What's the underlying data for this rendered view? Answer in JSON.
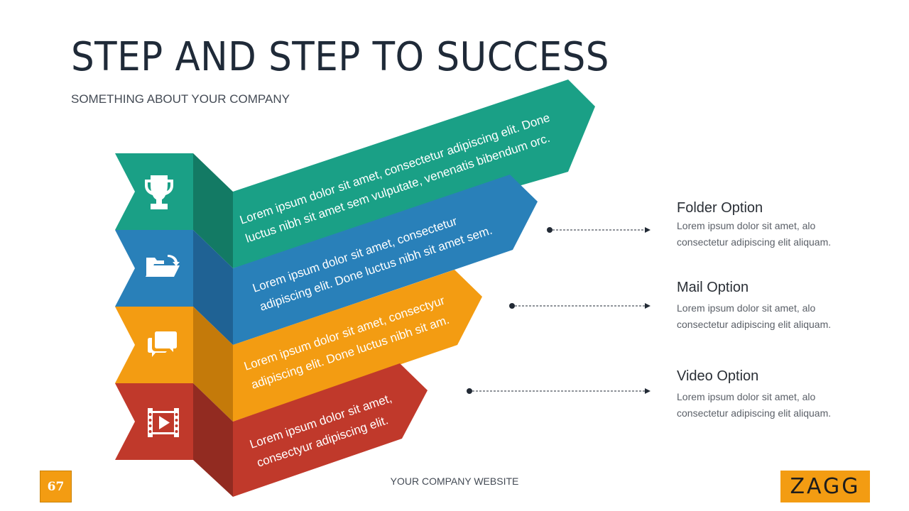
{
  "slide": {
    "title": "STEP AND STEP TO SUCCESS",
    "subtitle": "SOMETHING ABOUT YOUR COMPANY",
    "footer_website": "YOUR COMPANY WEBSITE",
    "page_number": "67",
    "logo_text": "ZAGG"
  },
  "colors": {
    "green": "#1aa086",
    "green_dark": "#137a64",
    "blue": "#2980b9",
    "blue_dark": "#1f6294",
    "orange": "#f39c12",
    "orange_dark": "#c47a0a",
    "red": "#c0392b",
    "red_dark": "#922b21",
    "title": "#1f2a38"
  },
  "steps": [
    {
      "icon": "trophy-icon",
      "line1": "Lorem ipsum dolor sit amet, consectetur adipiscing elit. Done",
      "line2": "luctus nibh sit amet sem vulputate, venenatis bibendum orc."
    },
    {
      "icon": "folder-open-icon",
      "line1": "Lorem ipsum dolor sit amet, consectetur",
      "line2": "adipiscing elit. Done luctus nibh sit amet sem."
    },
    {
      "icon": "chat-icon",
      "line1": "Lorem ipsum dolor sit amet, consectyur",
      "line2": "adipiscing elit. Done luctus nibh sit am."
    },
    {
      "icon": "film-play-icon",
      "line1": "Lorem ipsum dolor sit amet,",
      "line2": "consectyur adipiscing elit."
    }
  ],
  "options": [
    {
      "title": "Folder Option",
      "desc": "Lorem ipsum dolor sit amet, alo consectetur adipiscing elit aliquam."
    },
    {
      "title": "Mail Option",
      "desc": "Lorem ipsum dolor sit amet, alo consectetur adipiscing elit aliquam."
    },
    {
      "title": "Video Option",
      "desc": "Lorem ipsum dolor sit amet, alo consectetur adipiscing elit aliquam."
    }
  ]
}
